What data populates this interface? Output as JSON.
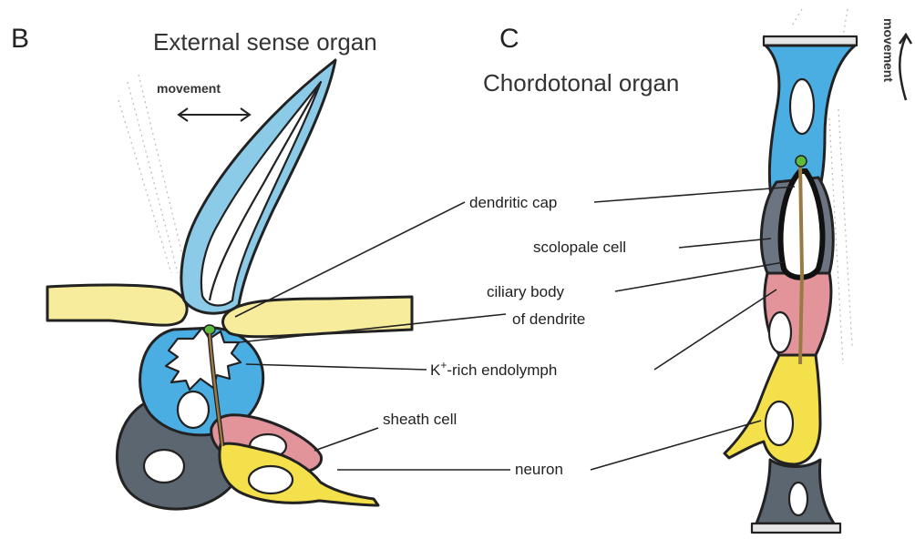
{
  "panel_b": {
    "letter": "B",
    "title": "External sense organ",
    "movement_label": "movement"
  },
  "panel_c": {
    "letter": "C",
    "title": "Chordotonal organ",
    "movement_label": "movement"
  },
  "labels": {
    "dendritic_cap": "dendritic cap",
    "scolopale_cell": "scolopale cell",
    "ciliary_body_line1": "ciliary body",
    "ciliary_body_line2": "of dendrite",
    "endolymph_k": "K",
    "endolymph_plus": "+",
    "endolymph_rest": "-rich endolymph",
    "sheath_cell": "sheath cell",
    "neuron": "neuron"
  },
  "colors": {
    "endolymph_blue": "#4aaee3",
    "hair_blue": "#8ccbe8",
    "cuticle_yellow": "#f7ec9c",
    "neuron_yellow": "#f4e04a",
    "sheath_pink": "#e3949b",
    "support_gray": "#5c6671",
    "cap_green": "#5dba3c",
    "dendrite_brown": "#9a7a44"
  }
}
